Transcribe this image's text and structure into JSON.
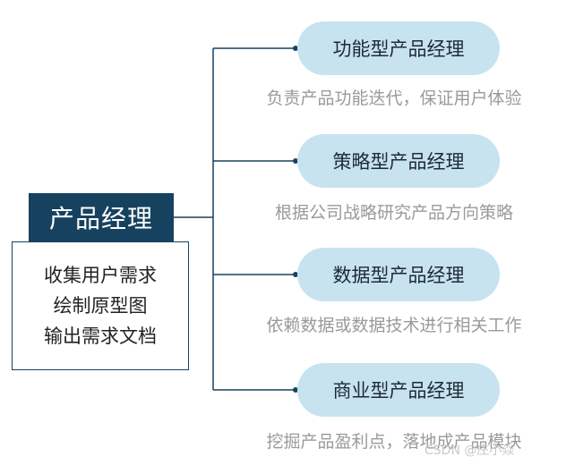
{
  "root": {
    "title": "产品经理",
    "duties": [
      "收集用户需求",
      "绘制原型图",
      "输出需求文档"
    ]
  },
  "branches": [
    {
      "title": "功能型产品经理",
      "description": "负责产品功能迭代，保证用户体验"
    },
    {
      "title": "策略型产品经理",
      "description": "根据公司战略研究产品方向策略"
    },
    {
      "title": "数据型产品经理",
      "description": "依赖数据或数据技术进行相关工作"
    },
    {
      "title": "商业型产品经理",
      "description": "挖掘产品盈利点，落地成产品模块"
    }
  ],
  "watermark": "CSDN @庄小焱",
  "colors": {
    "root_fill": "#17425f",
    "branch_fill": "#c7e3ef",
    "connector": "#17425f",
    "description_text": "#9a9a9a"
  }
}
